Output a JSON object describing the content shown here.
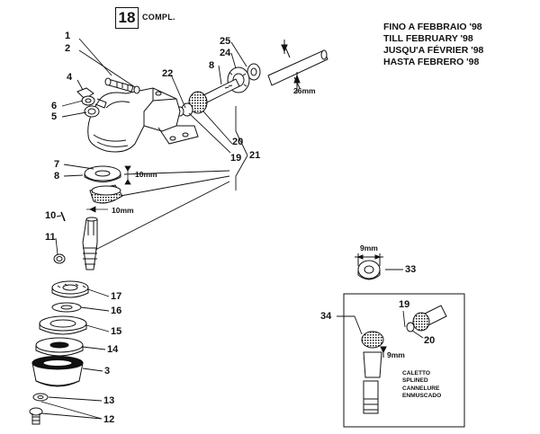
{
  "header": {
    "badge_number": "18",
    "badge_caption": "COMPL.",
    "validity_lines": [
      "FINO A FEBBRAIO '98",
      "TILL FEBRUARY '98",
      "JUSQU'A FÉVRIER '98",
      "HASTA FEBRERO '98"
    ]
  },
  "callouts": {
    "c1": "1",
    "c2": "2",
    "c4": "4",
    "c6": "6",
    "c5": "5",
    "c7": "7",
    "c8a": "8",
    "c10": "10",
    "c11": "11",
    "c17": "17",
    "c16": "16",
    "c15": "15",
    "c14": "14",
    "c3": "3",
    "c13": "13",
    "c12": "12",
    "c25": "25",
    "c24": "24",
    "c8b": "8",
    "c22": "22",
    "c20a": "20",
    "c19a": "19",
    "c21": "21",
    "c33": "33",
    "c34": "34",
    "c19b": "19",
    "c20b": "20"
  },
  "dimensions": {
    "shaft": "26mm",
    "bearing_gap": "10mm",
    "pin_length": "10mm",
    "bearing33": "9mm",
    "inset_pin": "9mm"
  },
  "inset_note_lines": [
    "CALETTO",
    "SPLINED",
    "CANNELURE",
    "ENMUSCADO"
  ]
}
